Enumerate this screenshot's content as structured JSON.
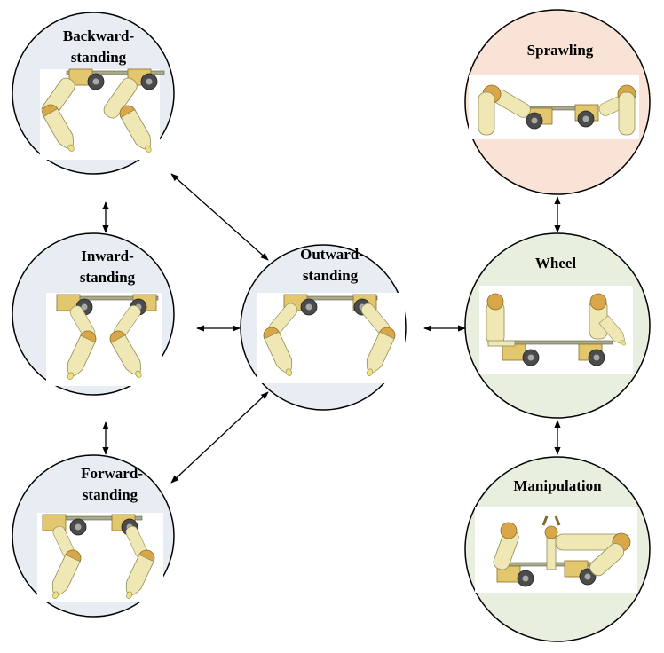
{
  "diagram": {
    "nodes": [
      {
        "id": "backward",
        "lines": [
          "Backward-",
          "standing"
        ],
        "fill": "#e8edf4"
      },
      {
        "id": "inward",
        "lines": [
          "Inward-",
          "standing"
        ],
        "fill": "#e8edf4"
      },
      {
        "id": "forward",
        "lines": [
          "Forward-",
          "standing"
        ],
        "fill": "#e8edf4"
      },
      {
        "id": "outward",
        "lines": [
          "Outward-",
          "standing"
        ],
        "fill": "#e8edf4"
      },
      {
        "id": "sprawling",
        "lines": [
          "Sprawling"
        ],
        "fill": "#f9e3d6"
      },
      {
        "id": "wheel",
        "lines": [
          "Wheel"
        ],
        "fill": "#e8efde"
      },
      {
        "id": "manipulation",
        "lines": [
          "Manipulation"
        ],
        "fill": "#e8efde"
      }
    ],
    "edges": [
      {
        "from": "backward",
        "to": "inward"
      },
      {
        "from": "inward",
        "to": "forward"
      },
      {
        "from": "backward",
        "to": "outward"
      },
      {
        "from": "inward",
        "to": "outward"
      },
      {
        "from": "forward",
        "to": "outward"
      },
      {
        "from": "outward",
        "to": "wheel"
      },
      {
        "from": "sprawling",
        "to": "wheel"
      },
      {
        "from": "wheel",
        "to": "manipulation"
      }
    ],
    "colors": {
      "circle_stroke": "#000000",
      "arrow": "#000000"
    }
  }
}
